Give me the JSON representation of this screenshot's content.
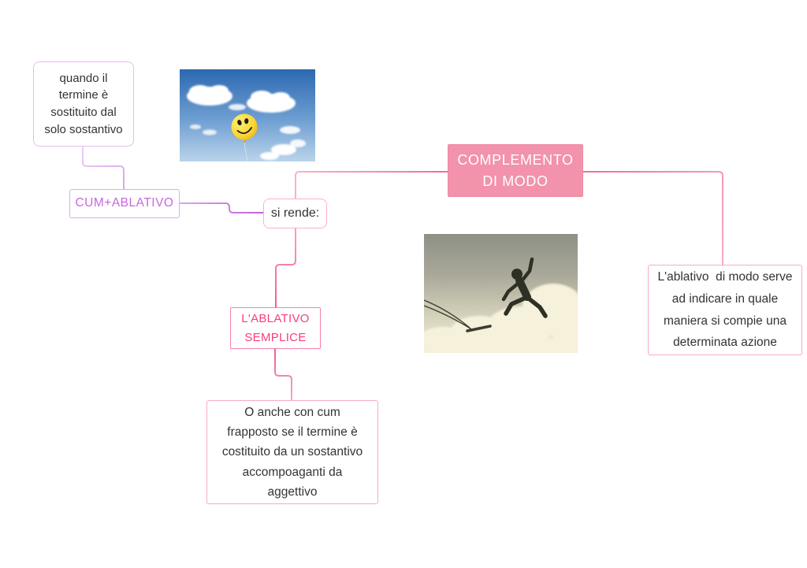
{
  "app": {
    "type": "mind-map",
    "background": "#ffffff"
  },
  "colors": {
    "branch_violet_light": "#e2b9f0",
    "branch_orchid": "#c45fd9",
    "branch_pink_light": "#f8abc3",
    "branch_pink": "#ec7196",
    "branch_pink_deep": "#ee5f8e",
    "root_fill": "#f392ab",
    "root_border": "#ee8aa4",
    "root_text_color": "#ffffff",
    "cum_text_color": "#c767de",
    "ablativo_text_color": "#fa3c78",
    "body_text_color": "#333333"
  },
  "nodes": {
    "root": {
      "label": "COMPLEMENTO DI MODO",
      "lines": [
        "COMPLEMENTO",
        "DI MODO"
      ]
    },
    "quando": {
      "label": "quando il termine è sostituito dal solo sostantivo",
      "lines": [
        "quando il",
        "termine è",
        "sostituito dal",
        "solo sostantivo"
      ]
    },
    "cum_ablativo": {
      "label": "CUM+ABLATIVO"
    },
    "si_rende": {
      "label": "si rende:"
    },
    "ablativo_semplice": {
      "label": "L'ABLATIVO SEMPLICE",
      "lines": [
        "L'ABLATIVO",
        "SEMPLICE"
      ]
    },
    "ablativo_modo": {
      "label": "L'ablativo  di modo serve ad indicare in quale maniera si compie una determinata azione",
      "lines": [
        "L'ablativo  di modo serve",
        "ad indicare in quale",
        "maniera si compie una",
        "determinata azione"
      ]
    },
    "cum_frapposto": {
      "label": "O anche con cum frapposto se il termine è costituito da un sostantivo accompoaganti da aggettivo",
      "lines": [
        "O anche con cum",
        "frapposto se il termine è",
        "costituito da un sostantivo",
        "accompoaganti da",
        "aggettivo"
      ]
    }
  },
  "images": {
    "balloon": {
      "name": "smiley-balloon-in-blue-sky"
    },
    "jump": {
      "name": "silhouette-jumping-off-swing"
    }
  }
}
